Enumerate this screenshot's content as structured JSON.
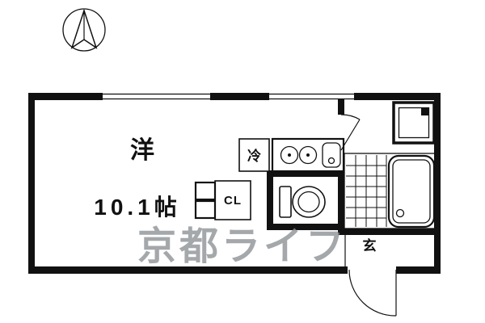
{
  "rooms": {
    "main_room_label": "洋",
    "main_room_size": "10.1帖",
    "fridge_label": "冷",
    "closet_label": "CL",
    "entrance_label": "玄"
  },
  "watermark_text": "京都ライフ",
  "icons": {
    "compass": "north-arrow-icon",
    "stove": "stove-burners-icon",
    "sink": "kitchen-sink-icon",
    "toilet": "toilet-icon",
    "bathtub": "bathtub-icon",
    "washing_machine": "washing-machine-icon",
    "tiles": "bathroom-tile-floor"
  },
  "colors": {
    "wall": "#111111",
    "background": "#ffffff",
    "watermark": "#8b9094"
  }
}
